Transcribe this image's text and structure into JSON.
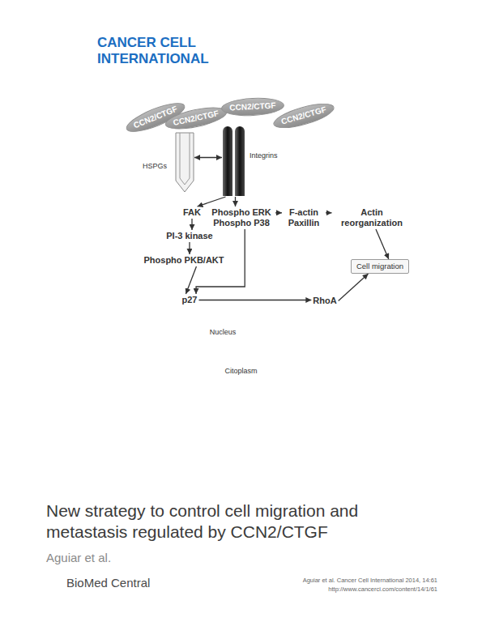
{
  "diagram": {
    "title": "New strategy to control cell migration and metastasis regulated by CCN2/CTGF",
    "nodes": [
      {
        "text": [
          "CCN2/CTGF"
        ]
      },
      {
        "text": [
          "CCN2/CTGF"
        ]
      },
      {
        "text": [
          "CCN2/CTGF"
        ]
      },
      {
        "text": [
          "CCN2/CTGF"
        ]
      },
      {
        "text": [
          "HSPGs"
        ]
      },
      {
        "text": [
          "Integrins"
        ]
      },
      {
        "text": [
          "Citoplasm"
        ]
      },
      {
        "text": [
          "FAK"
        ],
        "in": 6
      },
      {
        "text": [
          "Phospho ERK Phospho P38"
        ],
        "in": 6
      },
      {
        "text": [
          "F-actin Paxillin"
        ],
        "in": 6
      },
      {
        "text": [
          "Actin reorganization"
        ],
        "in": 6
      },
      {
        "text": [
          "PI-3 kinase"
        ],
        "in": 6
      },
      {
        "text": [
          "Phospho PKB/AKT"
        ],
        "in": 6
      },
      {
        "text": [
          "Cell migration"
        ],
        "in": 6
      },
      {
        "text": [
          "Nucleus"
        ],
        "in": 6
      },
      {
        "text": [
          "p27"
        ],
        "in": 14
      },
      {
        "text": [
          "RhoA"
        ],
        "in": 6
      }
    ],
    "edges": [
      {
        "from": 4,
        "to": 5,
        "arrow": "both"
      },
      {
        "from": 5,
        "to": 7,
        "arrow": "to"
      },
      {
        "from": 5,
        "to": 8,
        "arrow": "to"
      },
      {
        "from": 7,
        "to": 11,
        "arrow": "to"
      },
      {
        "from": 11,
        "to": 12,
        "arrow": "to"
      },
      {
        "from": 8,
        "to": 9,
        "arrow": "to"
      },
      {
        "from": 9,
        "to": 10,
        "arrow": "to"
      },
      {
        "from": 10,
        "to": 13,
        "arrow": "to"
      },
      {
        "from": 12,
        "to": 15,
        "arrow": "to"
      },
      {
        "from": 8,
        "to": 15,
        "arrow": "to"
      },
      {
        "from": 15,
        "to": 16,
        "arrow": "to"
      },
      {
        "from": 16,
        "to": 13,
        "arrow": "to"
      }
    ],
    "labels": [
      "CANCER CELL INTERNATIONAL",
      "Aguiar et al.",
      "BioMed Central",
      "Aguiar et al. Cancer Cell International 2014, 14:61",
      "http://www.cancerci.com/content/14/1/61"
    ]
  }
}
